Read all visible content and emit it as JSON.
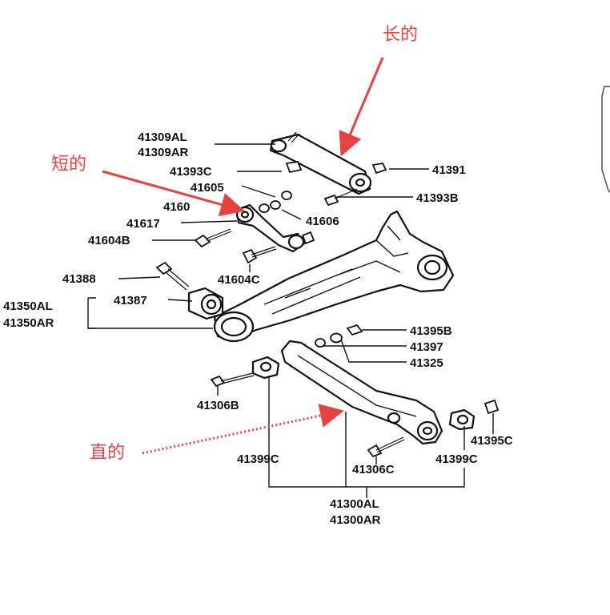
{
  "colors": {
    "annotation": "#e8423f",
    "ink": "#111111"
  },
  "annotations": {
    "long": "长的",
    "short": "短的",
    "straight": "直的"
  },
  "parts": {
    "p41309AL": "41309AL",
    "p41309AR": "41309AR",
    "p41391": "41391",
    "p41393C": "41393C",
    "p41393B": "41393B",
    "p41605": "41605",
    "p41606_partial": "4160",
    "p41606": "41606",
    "p41617": "41617",
    "p41604B": "41604B",
    "p41604C": "41604C",
    "p41388": "41388",
    "p41387": "41387",
    "p41350AL": "41350AL",
    "p41350AR": "41350AR",
    "p41395B": "41395B",
    "p41397": "41397",
    "p41325": "41325",
    "p41306B": "41306B",
    "p41399C_left": "41399C",
    "p41306C": "41306C",
    "p41399C_right": "41399C",
    "p41395C": "41395C",
    "p41300AL": "41300AL",
    "p41300AR": "41300AR"
  }
}
